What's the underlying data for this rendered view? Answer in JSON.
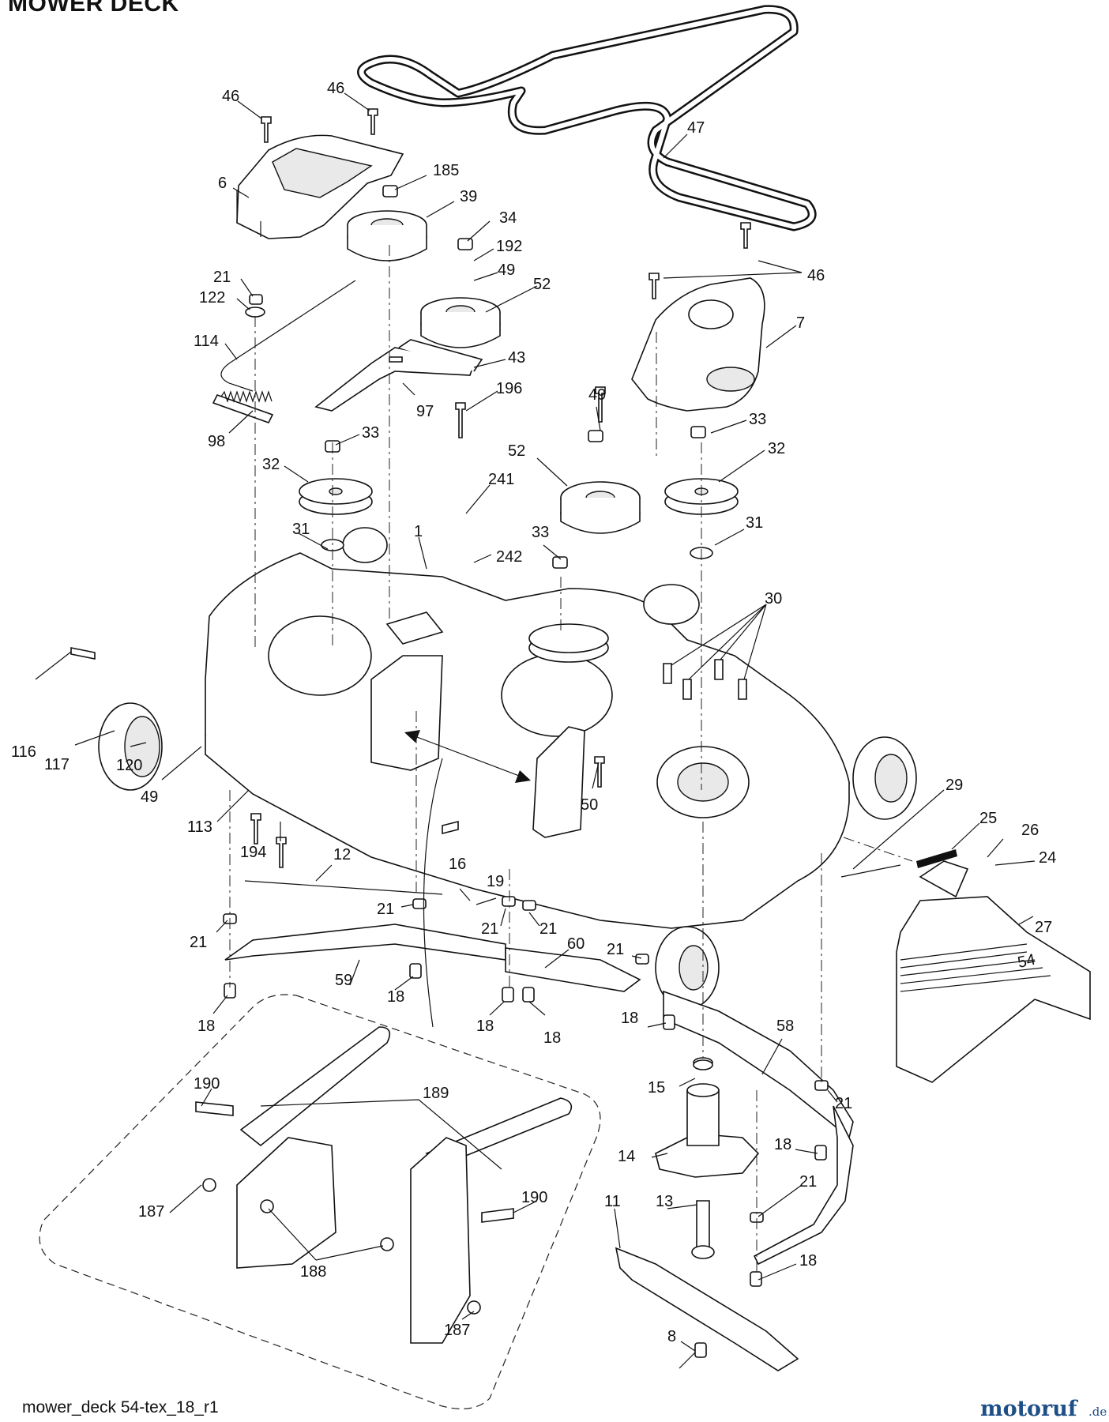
{
  "header": {
    "title": "MOWER DECK"
  },
  "footer": {
    "file_name": "mower_deck 54-tex_18_r1",
    "brand": "motoruf",
    "brand_suffix": ".de"
  },
  "callouts": [
    {
      "id": "c1",
      "text": "46"
    },
    {
      "id": "c2",
      "text": "46"
    },
    {
      "id": "c3",
      "text": "47"
    },
    {
      "id": "c4",
      "text": "6"
    },
    {
      "id": "c5",
      "text": "185"
    },
    {
      "id": "c6",
      "text": "39"
    },
    {
      "id": "c7",
      "text": "34"
    },
    {
      "id": "c8",
      "text": "192"
    },
    {
      "id": "c9",
      "text": "49"
    },
    {
      "id": "c10",
      "text": "52"
    },
    {
      "id": "c11",
      "text": "46"
    },
    {
      "id": "c12",
      "text": "21"
    },
    {
      "id": "c13",
      "text": "122"
    },
    {
      "id": "c14",
      "text": "7"
    },
    {
      "id": "c15",
      "text": "114"
    },
    {
      "id": "c16",
      "text": "43"
    },
    {
      "id": "c17",
      "text": "196"
    },
    {
      "id": "c18",
      "text": "97"
    },
    {
      "id": "c19",
      "text": "98"
    },
    {
      "id": "c20",
      "text": "33"
    },
    {
      "id": "c21",
      "text": "49"
    },
    {
      "id": "c22",
      "text": "33"
    },
    {
      "id": "c23",
      "text": "32"
    },
    {
      "id": "c24",
      "text": "52"
    },
    {
      "id": "c25",
      "text": "32"
    },
    {
      "id": "c26",
      "text": "241"
    },
    {
      "id": "c27",
      "text": "31"
    },
    {
      "id": "c28",
      "text": "1"
    },
    {
      "id": "c29",
      "text": "33"
    },
    {
      "id": "c30",
      "text": "242"
    },
    {
      "id": "c31",
      "text": "31"
    },
    {
      "id": "c32",
      "text": "30"
    },
    {
      "id": "c33",
      "text": "116"
    },
    {
      "id": "c34",
      "text": "117"
    },
    {
      "id": "c35",
      "text": "120"
    },
    {
      "id": "c36",
      "text": "49"
    },
    {
      "id": "c37",
      "text": "113"
    },
    {
      "id": "c38",
      "text": "50"
    },
    {
      "id": "c39",
      "text": "194"
    },
    {
      "id": "c40",
      "text": "29"
    },
    {
      "id": "c41",
      "text": "25"
    },
    {
      "id": "c42",
      "text": "26"
    },
    {
      "id": "c43",
      "text": "24"
    },
    {
      "id": "c44",
      "text": "12"
    },
    {
      "id": "c45",
      "text": "16"
    },
    {
      "id": "c46",
      "text": "19"
    },
    {
      "id": "c47",
      "text": "27"
    },
    {
      "id": "c48",
      "text": "21"
    },
    {
      "id": "c49",
      "text": "21"
    },
    {
      "id": "c50",
      "text": "21"
    },
    {
      "id": "c51",
      "text": "21"
    },
    {
      "id": "c52",
      "text": "60"
    },
    {
      "id": "c53",
      "text": "21"
    },
    {
      "id": "c54",
      "text": "59"
    },
    {
      "id": "c55",
      "text": "18"
    },
    {
      "id": "c56",
      "text": "18"
    },
    {
      "id": "c57",
      "text": "18"
    },
    {
      "id": "c58",
      "text": "18"
    },
    {
      "id": "c59",
      "text": "18"
    },
    {
      "id": "c60",
      "text": "58"
    },
    {
      "id": "c61",
      "text": "15"
    },
    {
      "id": "c62",
      "text": "21"
    },
    {
      "id": "c63",
      "text": "190"
    },
    {
      "id": "c64",
      "text": "189"
    },
    {
      "id": "c65",
      "text": "14"
    },
    {
      "id": "c66",
      "text": "18"
    },
    {
      "id": "c67",
      "text": "21"
    },
    {
      "id": "c68",
      "text": "190"
    },
    {
      "id": "c69",
      "text": "187"
    },
    {
      "id": "c70",
      "text": "11"
    },
    {
      "id": "c71",
      "text": "13"
    },
    {
      "id": "c72",
      "text": "188"
    },
    {
      "id": "c73",
      "text": "18"
    },
    {
      "id": "c74",
      "text": "8"
    },
    {
      "id": "c75",
      "text": "187"
    }
  ],
  "decal_text": "54"
}
